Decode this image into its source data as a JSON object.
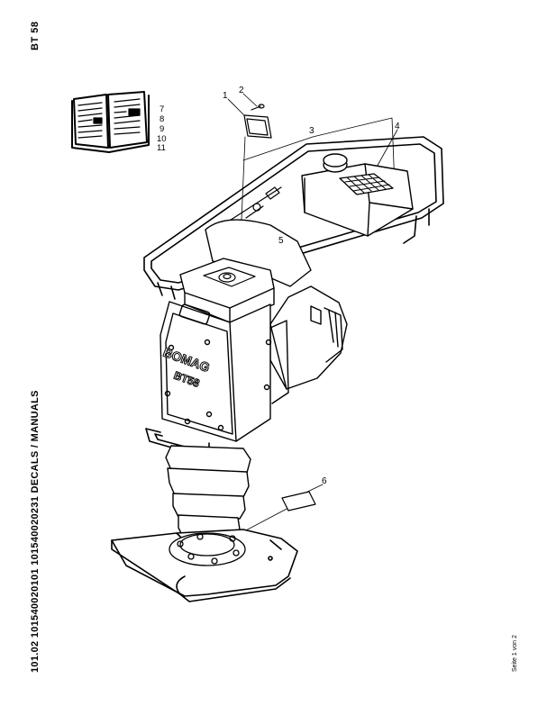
{
  "header": {
    "model": "BT 58"
  },
  "footer": {
    "section": "101.02 101540020101 101540020231 DECALS / MANUALS",
    "page": "Seite 1 von 2"
  },
  "manual_refs": [
    "7",
    "8",
    "9",
    "10",
    "11"
  ],
  "callouts": [
    "1",
    "2",
    "3",
    "4",
    "5",
    "6"
  ],
  "body_text": {
    "brand": "BOMAG",
    "model_badge": "BT58"
  }
}
